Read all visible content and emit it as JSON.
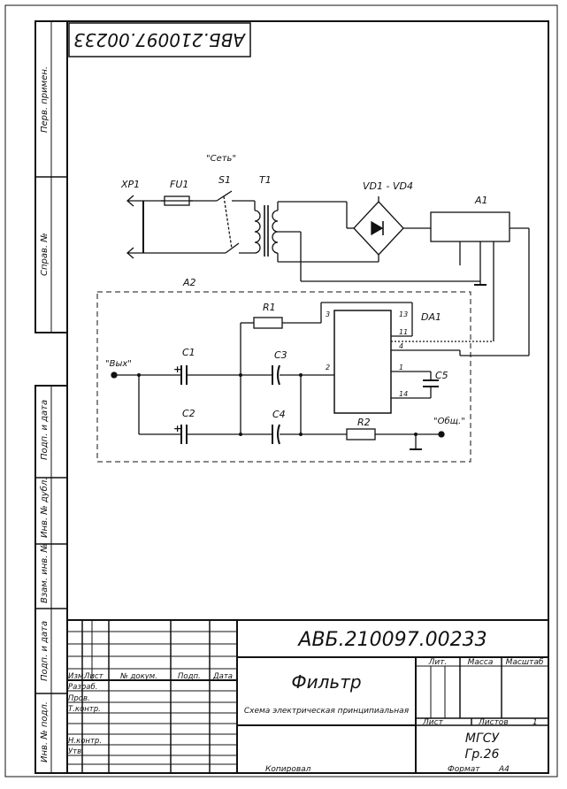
{
  "stamp_code_rotated": "АВБ.210097.00233",
  "side_labels": {
    "perv_primen": "Перв. примен.",
    "sprav_no": "Справ. №",
    "podp_data_top": "Подп. и дата",
    "inv_dubl": "Инв. № дубл.",
    "vzam_inv": "Взам. инв. №",
    "podp_data_bottom": "Подп. и дата",
    "inv_podl": "Инв. № подл."
  },
  "schematic": {
    "net_label": "\"Сеть\"",
    "xp1": "XP1",
    "fu1": "FU1",
    "s1": "S1",
    "t1": "T1",
    "vd": "VD1 - VD4",
    "a1": "A1",
    "a2": "A2",
    "r1": "R1",
    "r2": "R2",
    "da1": "DA1",
    "c1": "C1",
    "c2": "C2",
    "c3": "C3",
    "c4": "C4",
    "c5": "C5",
    "out": "\"Вых\"",
    "common": "\"Общ.\"",
    "plus1": "+",
    "plus2": "+",
    "pins": {
      "p3": "3",
      "p13": "13",
      "p11": "11",
      "p4": "4",
      "p2": "2",
      "p1": "1",
      "p14": "14"
    }
  },
  "title_block": {
    "code": "АВБ.210097.00233",
    "name": "Фильтр",
    "subtitle": "Схема электрическая принципиальная",
    "h_izm": "Изм.",
    "h_list": "Лист",
    "h_dokum": "№ докум.",
    "h_podp": "Подп.",
    "h_data": "Дата",
    "razrab": "Разраб.",
    "prov": "Пров.",
    "tkontr": "Т.контр.",
    "nkontr": "Н.контр.",
    "utv": "Утв.",
    "lit": "Лит.",
    "massa": "Масса",
    "masshtab": "Масштаб",
    "list": "Лист",
    "listov": "Листов",
    "listov_value": "1",
    "org": "МГСУ",
    "group": "Гр.26"
  },
  "footer": {
    "kopiroval": "Копировал",
    "format": "Формат",
    "format_value": "А4"
  }
}
